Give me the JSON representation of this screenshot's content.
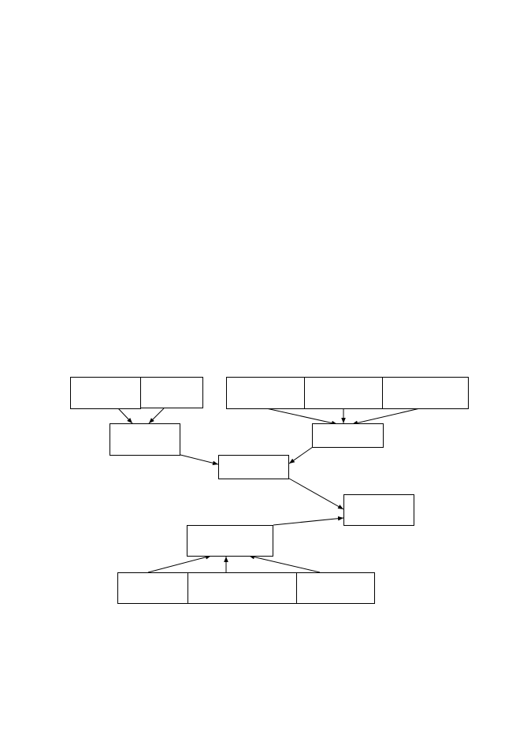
{
  "diagram": {
    "type": "flowchart",
    "line_color": "#000000",
    "box_fill": "#ffffff",
    "background": "#ffffff",
    "nodes": [
      {
        "id": "top-left-a",
        "label": ""
      },
      {
        "id": "top-left-b",
        "label": ""
      },
      {
        "id": "top-right-a",
        "label": ""
      },
      {
        "id": "top-right-b",
        "label": ""
      },
      {
        "id": "top-right-c",
        "label": ""
      },
      {
        "id": "mid-left",
        "label": ""
      },
      {
        "id": "mid-right",
        "label": ""
      },
      {
        "id": "center",
        "label": ""
      },
      {
        "id": "right",
        "label": ""
      },
      {
        "id": "lower-center",
        "label": ""
      },
      {
        "id": "bottom-a",
        "label": ""
      },
      {
        "id": "bottom-b",
        "label": ""
      },
      {
        "id": "bottom-c",
        "label": ""
      }
    ],
    "edges": [
      {
        "from": "top-left-a",
        "to": "mid-left"
      },
      {
        "from": "top-left-b",
        "to": "mid-left"
      },
      {
        "from": "top-right-a",
        "to": "mid-right"
      },
      {
        "from": "top-right-b",
        "to": "mid-right"
      },
      {
        "from": "top-right-c",
        "to": "mid-right"
      },
      {
        "from": "mid-left",
        "to": "center"
      },
      {
        "from": "mid-right",
        "to": "center"
      },
      {
        "from": "center",
        "to": "right"
      },
      {
        "from": "lower-center",
        "to": "right"
      },
      {
        "from": "bottom-a",
        "to": "lower-center"
      },
      {
        "from": "bottom-b",
        "to": "lower-center"
      },
      {
        "from": "bottom-c",
        "to": "lower-center"
      }
    ]
  }
}
